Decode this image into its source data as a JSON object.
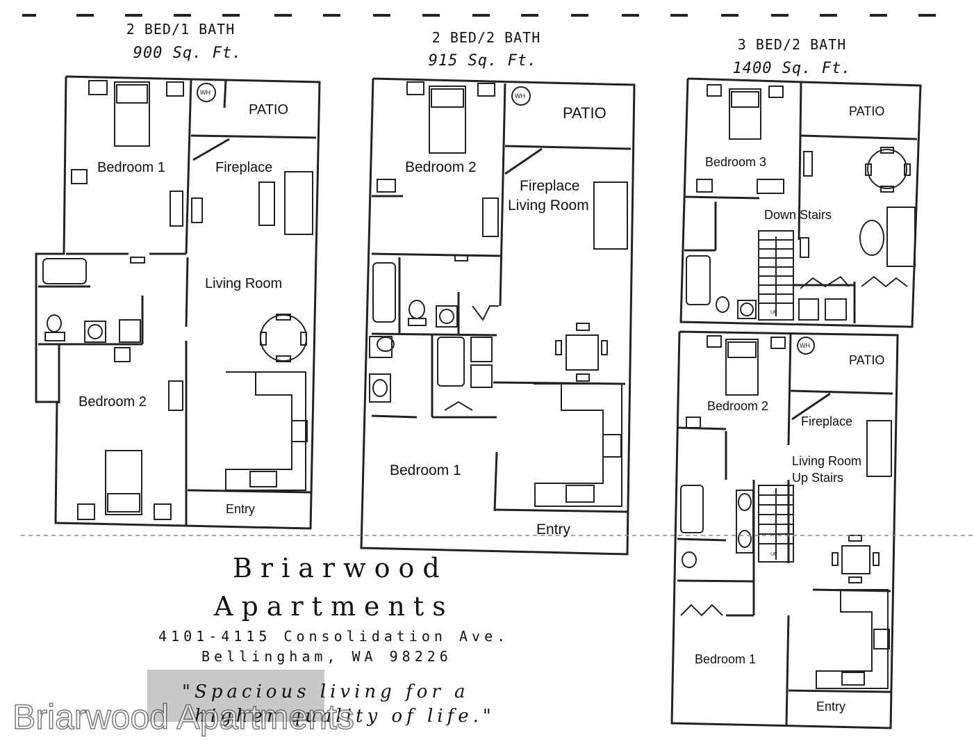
{
  "plans": [
    {
      "heading": "2 BED/1 BATH",
      "area": "900 Sq. Ft.",
      "rooms": {
        "bedroom1": "Bedroom 1",
        "bedroom2": "Bedroom 2",
        "patio": "PATIO",
        "fireplace": "Fireplace",
        "living": "Living Room",
        "entry": "Entry",
        "wh": "WH"
      }
    },
    {
      "heading": "2 BED/2 BATH",
      "area": "915 Sq. Ft.",
      "rooms": {
        "bedroom2": "Bedroom 2",
        "bedroom1": "Bedroom 1",
        "patio": "PATIO",
        "fireplace": "Fireplace",
        "living": "Living Room",
        "entry": "Entry",
        "wh": "WH"
      }
    },
    {
      "heading": "3 BED/2 BATH",
      "area": "1400 Sq. Ft.",
      "rooms": {
        "bedroom3": "Bedroom 3",
        "downstairs": "Down Stairs",
        "patio_top": "PATIO",
        "bedroom2": "Bedroom 2",
        "patio": "PATIO",
        "fireplace": "Fireplace",
        "living": "Living Room",
        "upstairs": "Up Stairs",
        "bedroom1": "Bedroom 1",
        "entry": "Entry",
        "wh": "WH",
        "up1": "UP",
        "up2": "UP"
      }
    }
  ],
  "brand": {
    "name_line1": "Briarwood",
    "name_line2": "Apartments",
    "address_line1": "4101-4115 Consolidation Ave.",
    "address_line2": "Bellingham, WA 98226",
    "tagline_line1": "\"Spacious living for a",
    "tagline_line2": "higher quality of life.\"",
    "watermark": "Briarwood Apartments"
  }
}
